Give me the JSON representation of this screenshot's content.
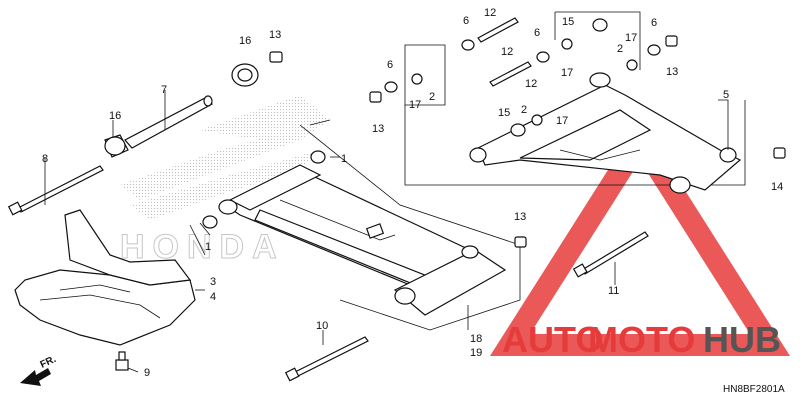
{
  "diagram": {
    "code": "HN8BF2801A",
    "front_label": "FR.",
    "background_brand": "HONDA",
    "callouts": {
      "c1a": "1",
      "c1b": "1",
      "c2a": "2",
      "c2b": "2",
      "c2c": "2",
      "c3": "3",
      "c4": "4",
      "c5": "5",
      "c6a": "6",
      "c6b": "6",
      "c6c": "6",
      "c6d": "6",
      "c7": "7",
      "c8": "8",
      "c9": "9",
      "c10": "10",
      "c11": "11",
      "c12a": "12",
      "c12b": "12",
      "c12c": "12",
      "c13a": "13",
      "c13b": "13",
      "c13c": "13",
      "c13d": "13",
      "c14": "14",
      "c15a": "15",
      "c15b": "15",
      "c16a": "16",
      "c16b": "16",
      "c17a": "17",
      "c17b": "17",
      "c17c": "17",
      "c17d": "17",
      "c18": "18",
      "c19": "19"
    }
  },
  "watermark": {
    "part1": "AUTO",
    "part2": "MOTO",
    "part3": "HUB",
    "color_primary": "#e63b3b",
    "color_secondary": "#555555"
  }
}
